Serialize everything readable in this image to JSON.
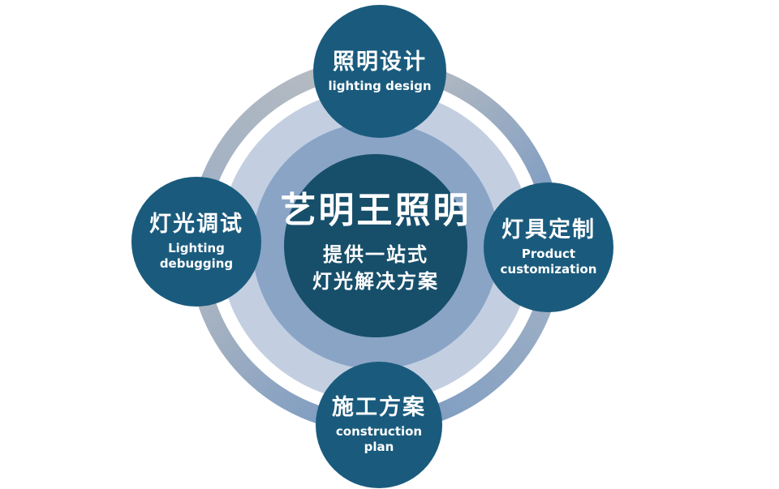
{
  "diagram": {
    "center": {
      "title": "艺明王照明",
      "subtitle_line1": "提供一站式",
      "subtitle_line2": "灯光解决方案"
    },
    "nodes": {
      "top": {
        "zh": "照明设计",
        "en": "lighting design"
      },
      "right": {
        "zh": "灯具定制",
        "en": "Product customization"
      },
      "bottom": {
        "zh": "施工方案",
        "en": "construction plan"
      },
      "left": {
        "zh": "灯光调试",
        "en": "Lighting debugging"
      }
    },
    "colors": {
      "node_fill": "#1a5b7d",
      "center_fill": "#174f6b",
      "ring_middle": "#8aa4c6",
      "ring_outer": "#c3cfe1",
      "arc_gray": "#b6bbc1",
      "arc_blue": "#7e9cc2",
      "text": "#ffffff"
    }
  }
}
